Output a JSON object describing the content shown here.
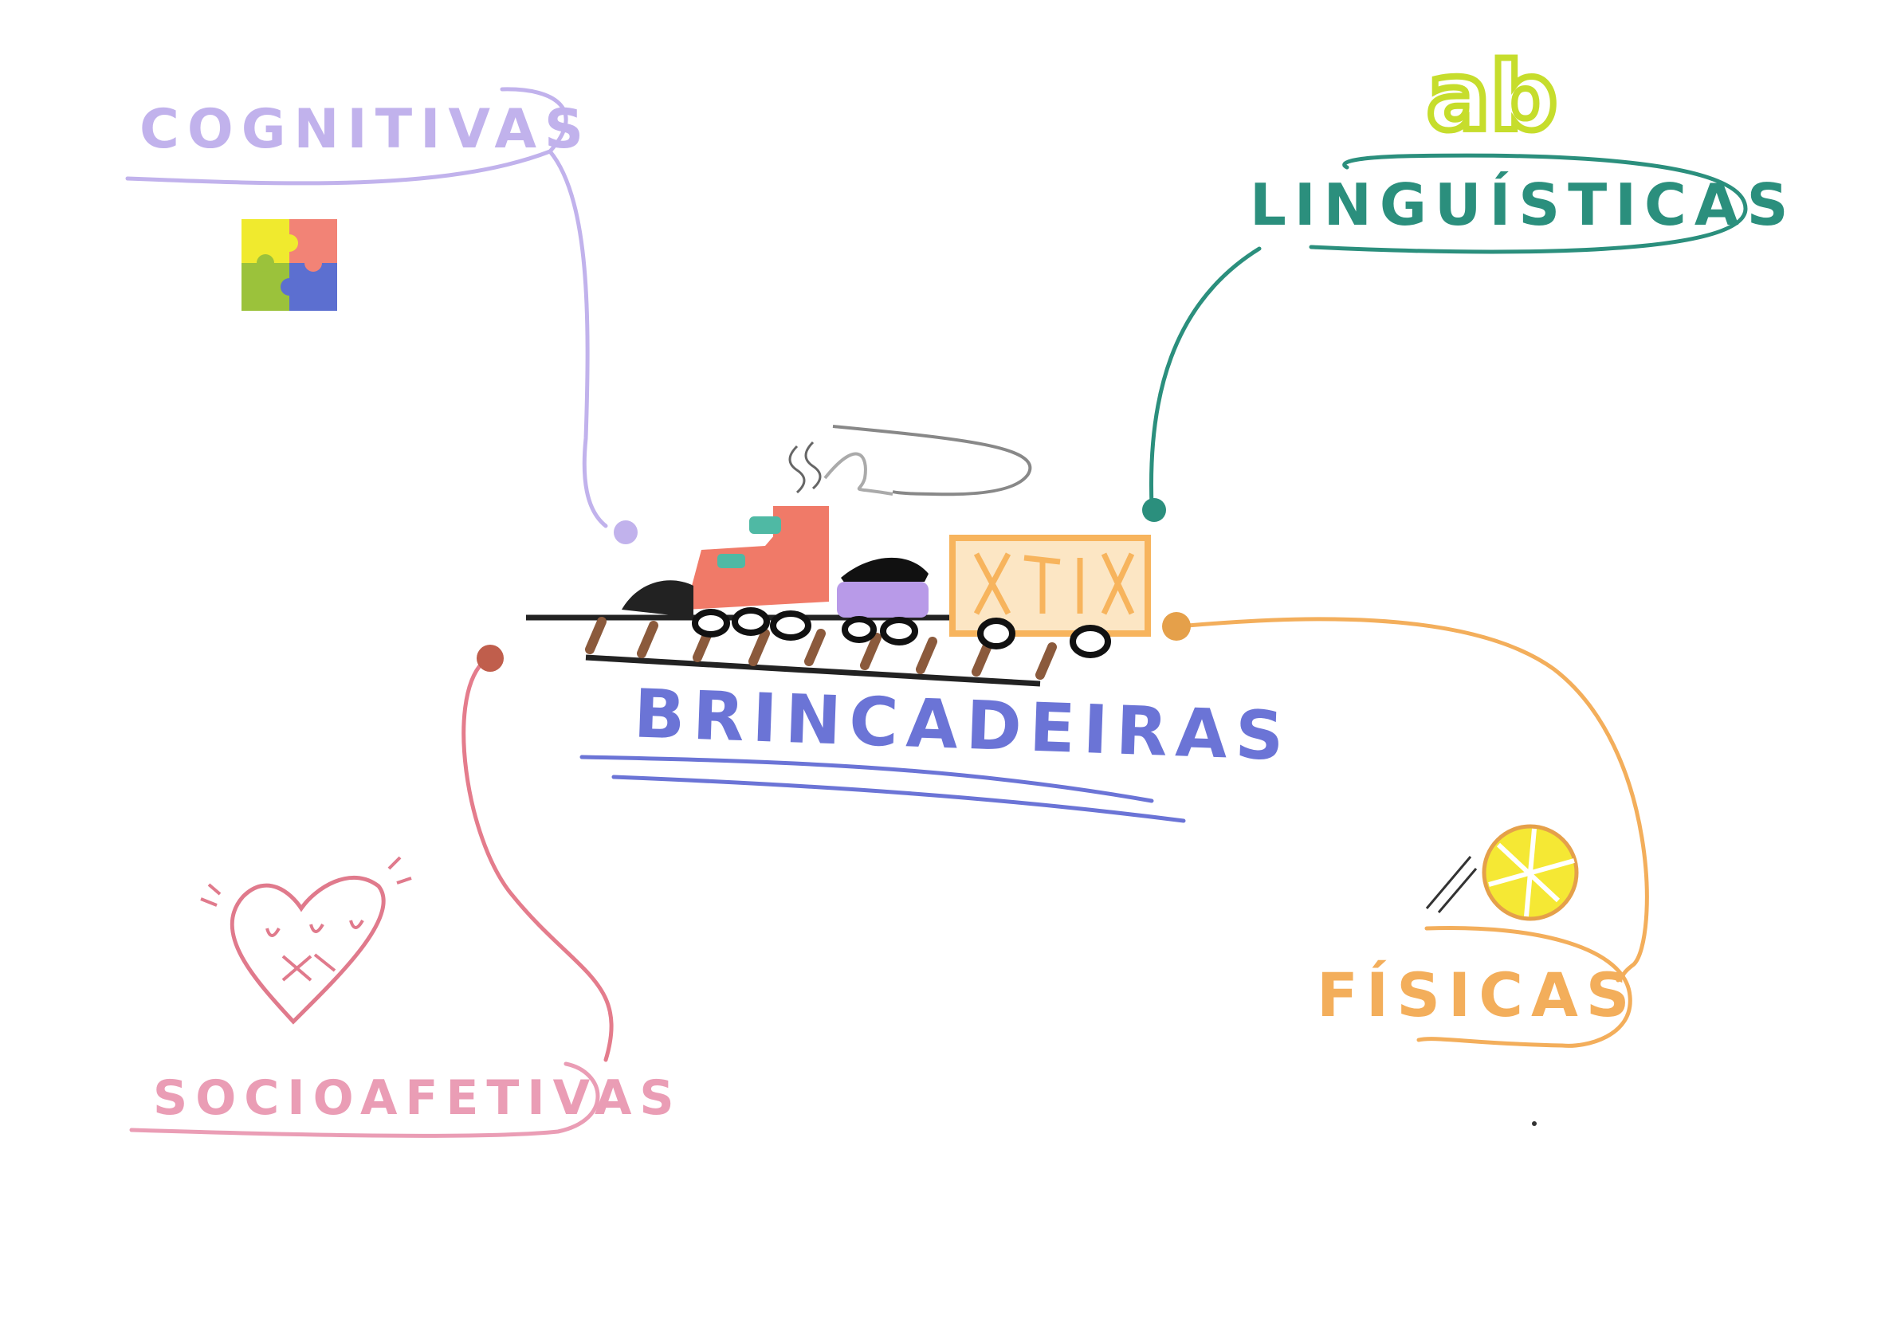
{
  "center": {
    "label": "BRINCADEIRAS",
    "color": "#6b74d6"
  },
  "branches": {
    "cognitivas": {
      "label": "COGNITIVAS",
      "color": "#c1b2ec"
    },
    "linguisticas": {
      "label": "LINGUÍSTICAS",
      "color": "#2b8f7d",
      "icon_label": "ab",
      "icon_color": "#c6dd2c"
    },
    "fisicas": {
      "label": "FÍSICAS",
      "color": "#f3ae5b"
    },
    "socioafetivas": {
      "label": "SOCIOAFETIVAS",
      "color": "#ea9db5"
    }
  },
  "icons": {
    "puzzle": "puzzle-icon",
    "abc": "ab-letters-icon",
    "ball": "ball-icon",
    "heart": "smiling-heart-icon",
    "train": "train-icon"
  },
  "colors": {
    "train_body": "#f07a68",
    "train_window": "#4fb9a4",
    "coal_car": "#b89ae8",
    "cargo_car": "#f7b45d",
    "rails": "#222222",
    "ties": "#8b5a3c",
    "puzzle": [
      "#f0ea2e",
      "#f28376",
      "#9bc23b",
      "#5c6fd0"
    ],
    "ball": "#f5e834",
    "heart": "#e07a8c"
  }
}
